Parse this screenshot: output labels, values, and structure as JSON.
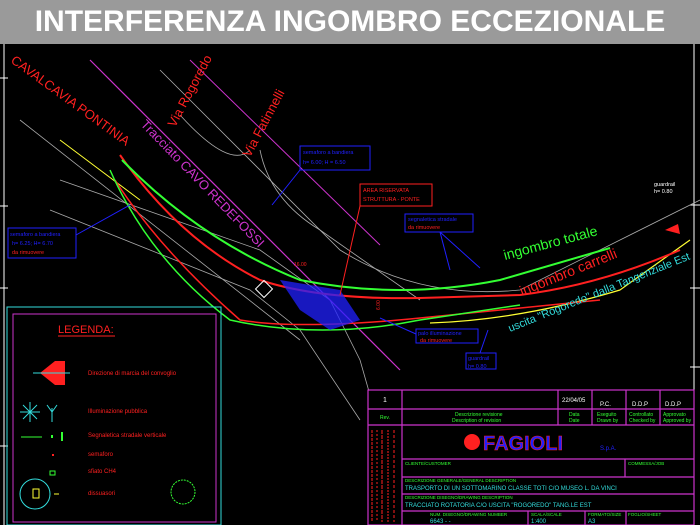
{
  "title": "INTERFERENZA INGOMBRO ECCEZIONALE",
  "labels": {
    "cavalcavia": "CAVALCAVIA PONTINIA",
    "via_rogoredo": "Via Rogoredo",
    "via_fabrinetti": "Via Fatinnelli",
    "tracciato": "Tracciato CAVO REDEFOSSI",
    "ingombro_totale": "ingombro totale",
    "ingombro_carrelli": "ingombro carrelli",
    "uscita": "uscita \"Rogoredo\" dalla Tangenziale Est",
    "dim_1": "16.00",
    "dim_2": "6.00"
  },
  "callouts": {
    "semaforo_top": [
      "semaforo a bandiera",
      "h= 6.00; H = 6.50"
    ],
    "area_riservata": [
      "AREA RISERVATA",
      "STRUTTURA - PONTE"
    ],
    "segnaletica": [
      "segnaletica stradale",
      "da rimuovere"
    ],
    "semaforo_left": [
      "semaforo a bandiera",
      "h= 6.25; H= 6.70",
      "da rimuovere"
    ],
    "palo": [
      "palo illuminazione",
      "da rimuovere"
    ],
    "guardrail_bottom": [
      "guardrail",
      "h= 0.80"
    ],
    "guardrail_right": [
      "guardrail",
      "h= 0.80"
    ]
  },
  "legend": {
    "title": "LEGENDA:",
    "items": [
      "Direzione di marcia del convoglio",
      "Illuminazione pubblica",
      "Segnaletica stradale verticale",
      "semaforo",
      "sfiato CH4",
      "dissuasori"
    ]
  },
  "title_block": {
    "rev": "1",
    "date": "22/04/05",
    "drawn": "P.C.",
    "checked": "D.D.P",
    "approved": "D.D.P",
    "rev_label": "Rev.",
    "descr_label": [
      "Descrizione revisione",
      "Description of revision"
    ],
    "date_label": [
      "Data",
      "Date"
    ],
    "drawn_label": [
      "Eseguito",
      "Drawn by"
    ],
    "checked_label": [
      "Controllato",
      "Checked by"
    ],
    "approved_label": [
      "Approvato",
      "Approved by"
    ],
    "company": "FAGIOLI",
    "company_suffix": "S.p.A.",
    "customer_label": "CLIENTE/CUSTOMER",
    "job_label": "COMMESSA/JOB",
    "descr1_label": "DESCRIZIONE GENERALE/GENERAL DESCRIPTION",
    "descr1": "TRASPORTO DI UN SOTTOMARINO CLASSE TOTI C/O MUSEO L. DA VINCI",
    "descr2_label": "DESCRIZIONE DISEGNO/DRAWING DESCRIPTION",
    "descr2": "TRACCIATO ROTATORIA C/O USCITA \"ROGOREDO\" TANG.LE EST",
    "num_label": "NUM. DISEGNO/DRAWING NUMBER",
    "num": "6643  -  -",
    "scale_label": "SCALA/SCALE",
    "scale": "1:400",
    "format_label": "FORMATO/SIZE",
    "format": "A3",
    "sheet_label": "FOGLIO/SHEET"
  },
  "colors": {
    "green": "#33ff33",
    "red": "#ff2020",
    "magenta": "#cc33cc",
    "blue": "#2020ff",
    "cyan": "#33dddd",
    "yellow": "#ffff33"
  }
}
